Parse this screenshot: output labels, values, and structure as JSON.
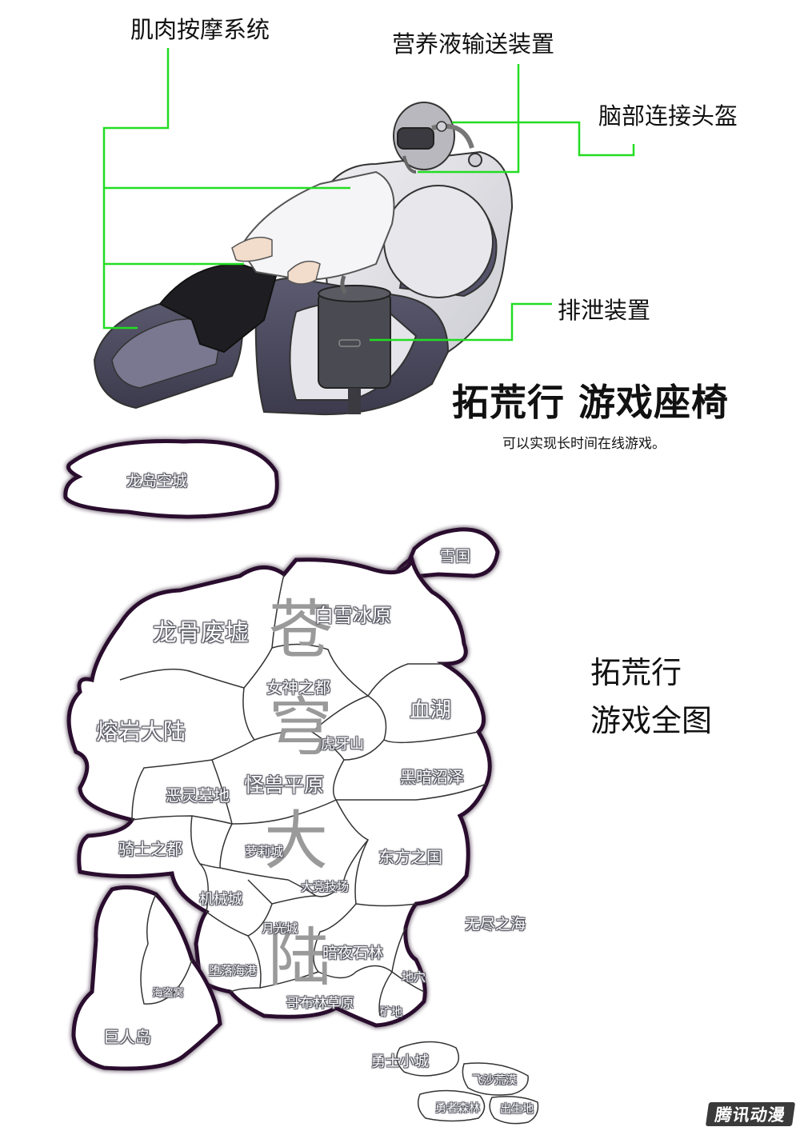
{
  "chair_labels": {
    "muscle": "肌肉按摩系统",
    "nutrient": "营养液输送装置",
    "helmet": "脑部连接头盔",
    "excretion": "排泄装置"
  },
  "chair_title": "拓荒行 游戏座椅",
  "chair_subtitle": "可以实现长时间在线游戏。",
  "map_title": {
    "line1": "拓荒行",
    "line2": "游戏全图"
  },
  "continent_name": [
    "苍",
    "穹",
    "大",
    "陆"
  ],
  "regions": {
    "dragon_island": "龙岛空城",
    "snow_country": "雪国",
    "white_snow": "白雪冰原",
    "dragon_bone": "龙骨废墟",
    "goddess": "女神之都",
    "lava": "熔岩大陆",
    "blood_lake": "血湖",
    "tiger_tooth": "虎牙山",
    "dark_marsh": "黑暗沼泽",
    "evil_tomb": "恶灵墓地",
    "monster_plain": "怪兽平原",
    "knight": "骑士之都",
    "merry": "萝莉城",
    "east": "东方之国",
    "arena": "大竞技场",
    "machine": "机械城",
    "endless_sea": "无尽之海",
    "moonlight": "月光城",
    "night_stone": "暗夜石林",
    "cave": "地穴",
    "pirate": "海盗窝",
    "fallen_port": "堕落海港",
    "goblin": "哥布林草原",
    "mine": "矿地",
    "giant": "巨人岛",
    "warrior_town": "勇士小城",
    "sand_desert": "飞沙荒漠",
    "brave_forest": "勇者森林",
    "birthplace": "出生地"
  },
  "watermark": "腾讯动漫",
  "colors": {
    "callout_line": "#22dd22",
    "map_outline": "#2a0f2e",
    "map_glow": "#b58ed8",
    "continent_char": "#9a9a9a"
  }
}
